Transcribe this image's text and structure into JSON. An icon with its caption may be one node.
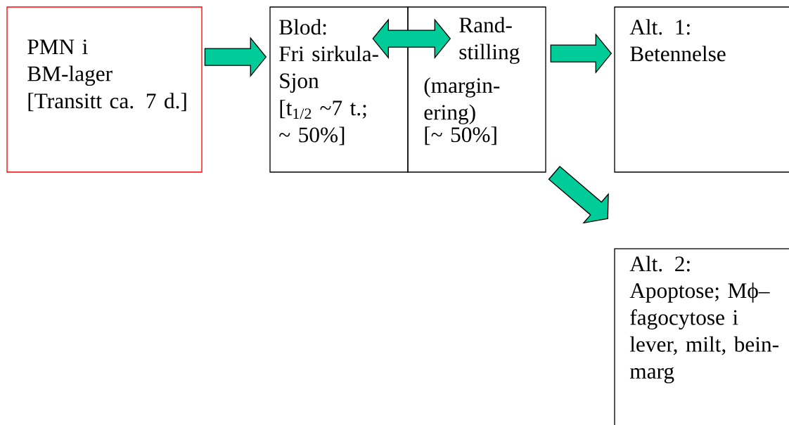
{
  "diagram": {
    "nodes": [
      {
        "text": [
          "PMN i BM-lager",
          "[Transitt ca. 7 d.]"
        ]
      },
      {
        "text": [
          "Blod:",
          "Fri sirkula- Sjon",
          "[t$_{1/2}$ ~7 t.; ~ 50%]"
        ]
      },
      {
        "text": [
          "Rand- stilling",
          "(margin- ering)",
          "[~ 50%]"
        ]
      },
      {
        "text": [
          "Alt. 1:",
          "Betennelse"
        ]
      },
      {
        "text": [
          "Alt. 2:",
          "Apoptose; Mϕ– fagocytose i lever, milt, bein- marg"
        ]
      }
    ],
    "edges": [
      {
        "from": 0,
        "to": 1,
        "arrow": "to"
      },
      {
        "from": 1,
        "to": 2,
        "arrow": "both"
      },
      {
        "from": 2,
        "to": 3,
        "arrow": "to"
      },
      {
        "from": 2,
        "to": 4,
        "arrow": "to"
      }
    ]
  }
}
